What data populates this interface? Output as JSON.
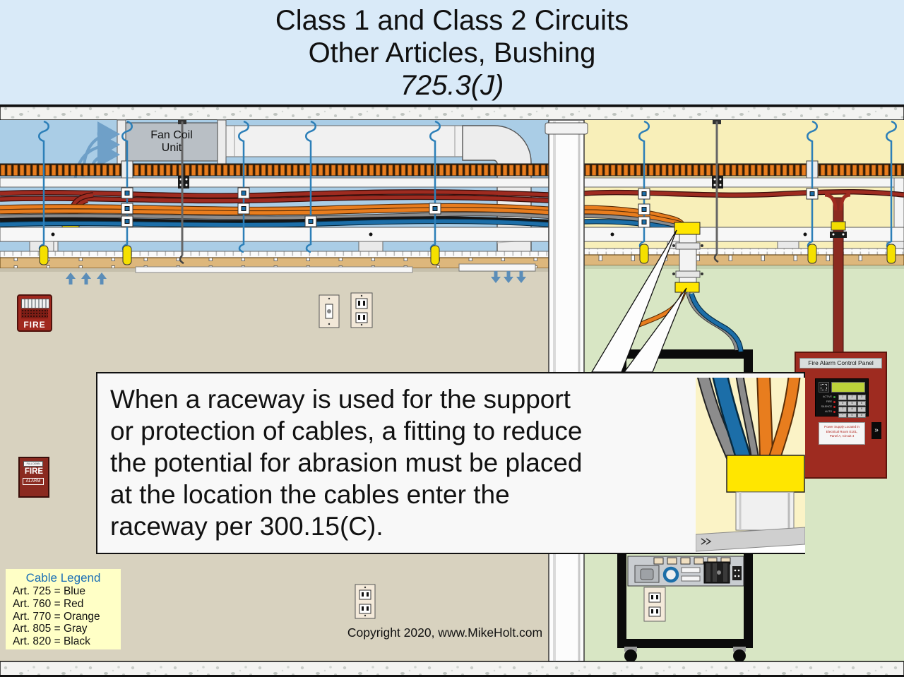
{
  "header": {
    "title_line1": "Class 1 and Class 2 Circuits",
    "title_line2": "Other Articles, Bushing",
    "title_line3": "725.3(J)"
  },
  "callout": {
    "text": "When a raceway is used for the support or protection of cables, a fitting to reduce the potential for abrasion must be placed at the location the cables enter the raceway per 300.15(C).",
    "lines": [
      "When a raceway is used for the support",
      "or protection of cables, a fitting to reduce",
      "the potential for abrasion must be placed",
      "at the location the cables enter the",
      "raceway per 300.15(C)."
    ]
  },
  "cable_legend": {
    "title": "Cable Legend",
    "items": [
      "Art. 725 = Blue",
      "Art. 760 = Red",
      "Art. 770 = Orange",
      "Art. 805 = Gray",
      "Art. 820 = Black"
    ]
  },
  "footer": {
    "copyright": "Copyright 2020, www.MikeHolt.com"
  },
  "equipment": {
    "fan_coil_line1": "Fan Coil",
    "fan_coil_line2": "Unit"
  },
  "fire_alarm_panel": {
    "title": "Fire Alarm Control Panel",
    "led_labels": [
      "ACTIVE",
      "FIRE",
      "SILENCE",
      "AUTO"
    ],
    "keypad_keys": [
      "1",
      "2",
      "3",
      "4",
      "5",
      "6",
      "7",
      "8",
      "9",
      "*",
      "0",
      "#"
    ],
    "power_label_lines": [
      "Power Supply Located in",
      "Electrical Room E101,",
      "Panel A, Circuit 4"
    ],
    "break_symbol": "»"
  },
  "fire_devices": {
    "horn_label": "FIRE",
    "pull_station_header": "PULL DOWN",
    "pull_station_line1": "FIRE",
    "pull_station_line2": "ALARM"
  },
  "colors": {
    "art725_blue": "#1C6EA8",
    "art760_red": "#9E2B20",
    "art770_orange": "#E87D1E",
    "art805_gray": "#8C8C8C",
    "art820_black": "#1A1A1A",
    "bushing_yellow": "#FFE600",
    "header_bg": "#D9EAF8",
    "left_plenum_bg": "#AACDE6",
    "right_plenum_bg": "#F8EFB9",
    "left_wall_bg": "#D8D2BF",
    "right_wall_bg": "#D8E6C4",
    "panel_red": "#9E2B20",
    "legend_bg": "#FFFFC6"
  }
}
